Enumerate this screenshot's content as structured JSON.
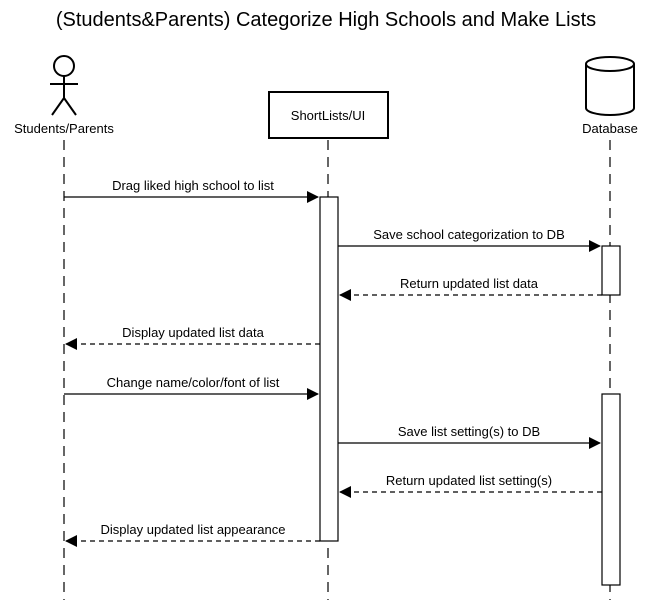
{
  "title": "(Students&Parents) Categorize High Schools and Make Lists",
  "participants": [
    {
      "id": "user",
      "label": "Students/Parents",
      "shape": "actor"
    },
    {
      "id": "ui",
      "label": "ShortLists/UI",
      "shape": "box"
    },
    {
      "id": "db",
      "label": "Database",
      "shape": "database"
    }
  ],
  "messages": [
    {
      "from": "user",
      "to": "ui",
      "label": "Drag liked high school to list",
      "style": "solid"
    },
    {
      "from": "ui",
      "to": "db",
      "label": "Save school categorization to DB",
      "style": "solid"
    },
    {
      "from": "db",
      "to": "ui",
      "label": "Return updated list data",
      "style": "dashed"
    },
    {
      "from": "ui",
      "to": "user",
      "label": "Display updated list data",
      "style": "dashed"
    },
    {
      "from": "user",
      "to": "ui",
      "label": "Change name/color/font of list",
      "style": "solid"
    },
    {
      "from": "ui",
      "to": "db",
      "label": "Save list setting(s) to DB",
      "style": "solid"
    },
    {
      "from": "db",
      "to": "ui",
      "label": "Return updated list setting(s)",
      "style": "dashed"
    },
    {
      "from": "ui",
      "to": "user",
      "label": "Display updated list appearance",
      "style": "dashed"
    }
  ]
}
